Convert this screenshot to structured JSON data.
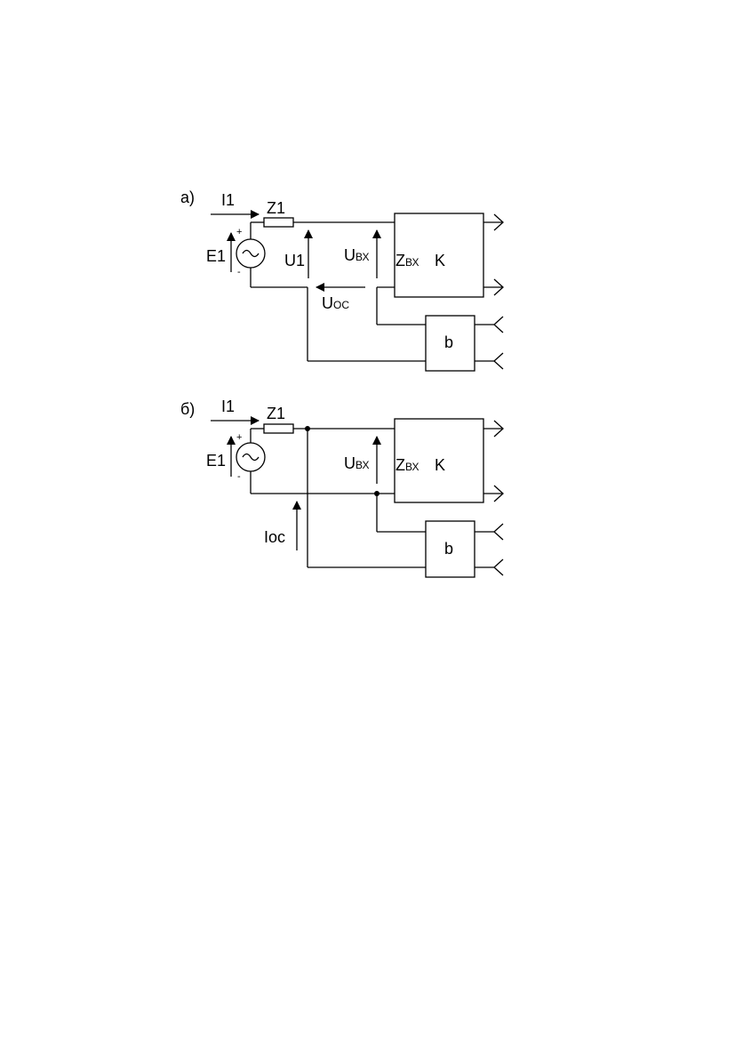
{
  "diagram_a": {
    "label": "а)",
    "current_in": "I1",
    "resistor": "Z1",
    "source": "E1",
    "plus": "+",
    "minus": "-",
    "voltage_u1": "U1",
    "voltage_in_main": "U",
    "voltage_in_sub": "ВХ",
    "impedance_main": "Z",
    "impedance_sub": "ВХ",
    "amp": "K",
    "feedback_main": "U",
    "feedback_sub": "ОС",
    "feedback_block": "b"
  },
  "diagram_b": {
    "label": "б)",
    "current_in": "I1",
    "resistor": "Z1",
    "source": "E1",
    "plus": "+",
    "minus": "-",
    "voltage_in_main": "U",
    "voltage_in_sub": "ВХ",
    "impedance_main": "Z",
    "impedance_sub": "ВХ",
    "amp": "K",
    "feedback_current": "Ioc",
    "feedback_block": "b"
  }
}
